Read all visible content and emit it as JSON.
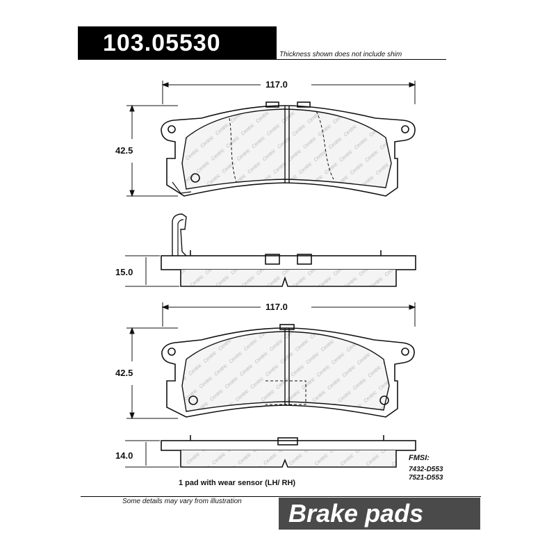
{
  "header": {
    "part_number": "103.05530",
    "shim_note": "Thickness shown does not include shim"
  },
  "dimensions": {
    "top_width": "117.0",
    "top_height": "42.5",
    "top_thickness": "15.0",
    "bottom_width": "117.0",
    "bottom_height": "42.5",
    "bottom_thickness": "14.0"
  },
  "fmsi": {
    "label": "FMSI:",
    "codes": [
      "7432-D553",
      "7521-D553"
    ]
  },
  "sensor_note": "1 pad with wear sensor (LH/ RH)",
  "footer": {
    "vary_note": "Some details may vary from illustration",
    "product_label": "Brake pads"
  }
}
